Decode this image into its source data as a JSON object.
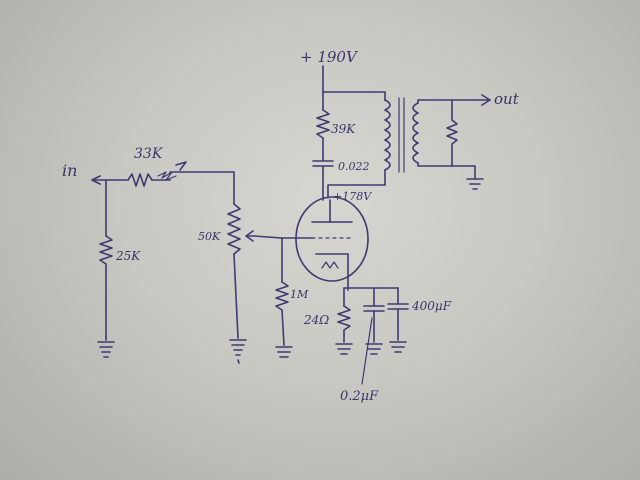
{
  "labels": {
    "supply": "+ 190V",
    "out": "out",
    "in": "in",
    "r_33k": "33K",
    "r_39k": "39K",
    "c_0022": "0.022",
    "plate_v": "+178V",
    "r_50k": "50K",
    "r_25k": "25K",
    "r_1m": "1M",
    "r_240": "24Ω",
    "c_400": "400μF",
    "c_02": "0.2μF"
  },
  "colors": {
    "ink": "#3e3a72",
    "paper": "#cfcdc8"
  }
}
